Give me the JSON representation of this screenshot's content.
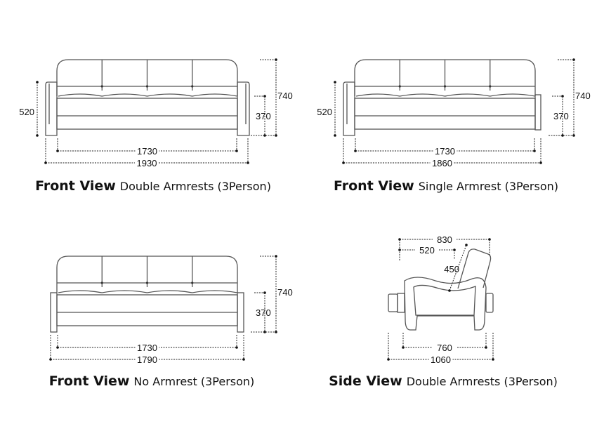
{
  "views": [
    {
      "id": "front-double",
      "caption_bold": "Front View",
      "caption_rest": "Double Armrests (3Person)",
      "arms": "double",
      "dims": {
        "inner_width": "1730",
        "outer_width": "1930",
        "arm_height": "520",
        "total_height": "740",
        "seat_height": "370"
      }
    },
    {
      "id": "front-single",
      "caption_bold": "Front View",
      "caption_rest": "Single Armrest (3Person)",
      "arms": "single",
      "dims": {
        "inner_width": "1730",
        "outer_width": "1860",
        "arm_height": "520",
        "total_height": "740",
        "seat_height": "370"
      }
    },
    {
      "id": "front-none",
      "caption_bold": "Front View",
      "caption_rest": "No Armrest (3Person)",
      "arms": "none",
      "dims": {
        "inner_width": "1730",
        "outer_width": "1790",
        "total_height": "740",
        "seat_height": "370"
      }
    },
    {
      "id": "side",
      "caption_bold": "Side View",
      "caption_rest": "Double Armrests (3Person)",
      "dims": {
        "total_depth": "830",
        "seat_depth": "520",
        "back_height": "450",
        "inner_width": "760",
        "outer_width": "1060"
      }
    }
  ]
}
